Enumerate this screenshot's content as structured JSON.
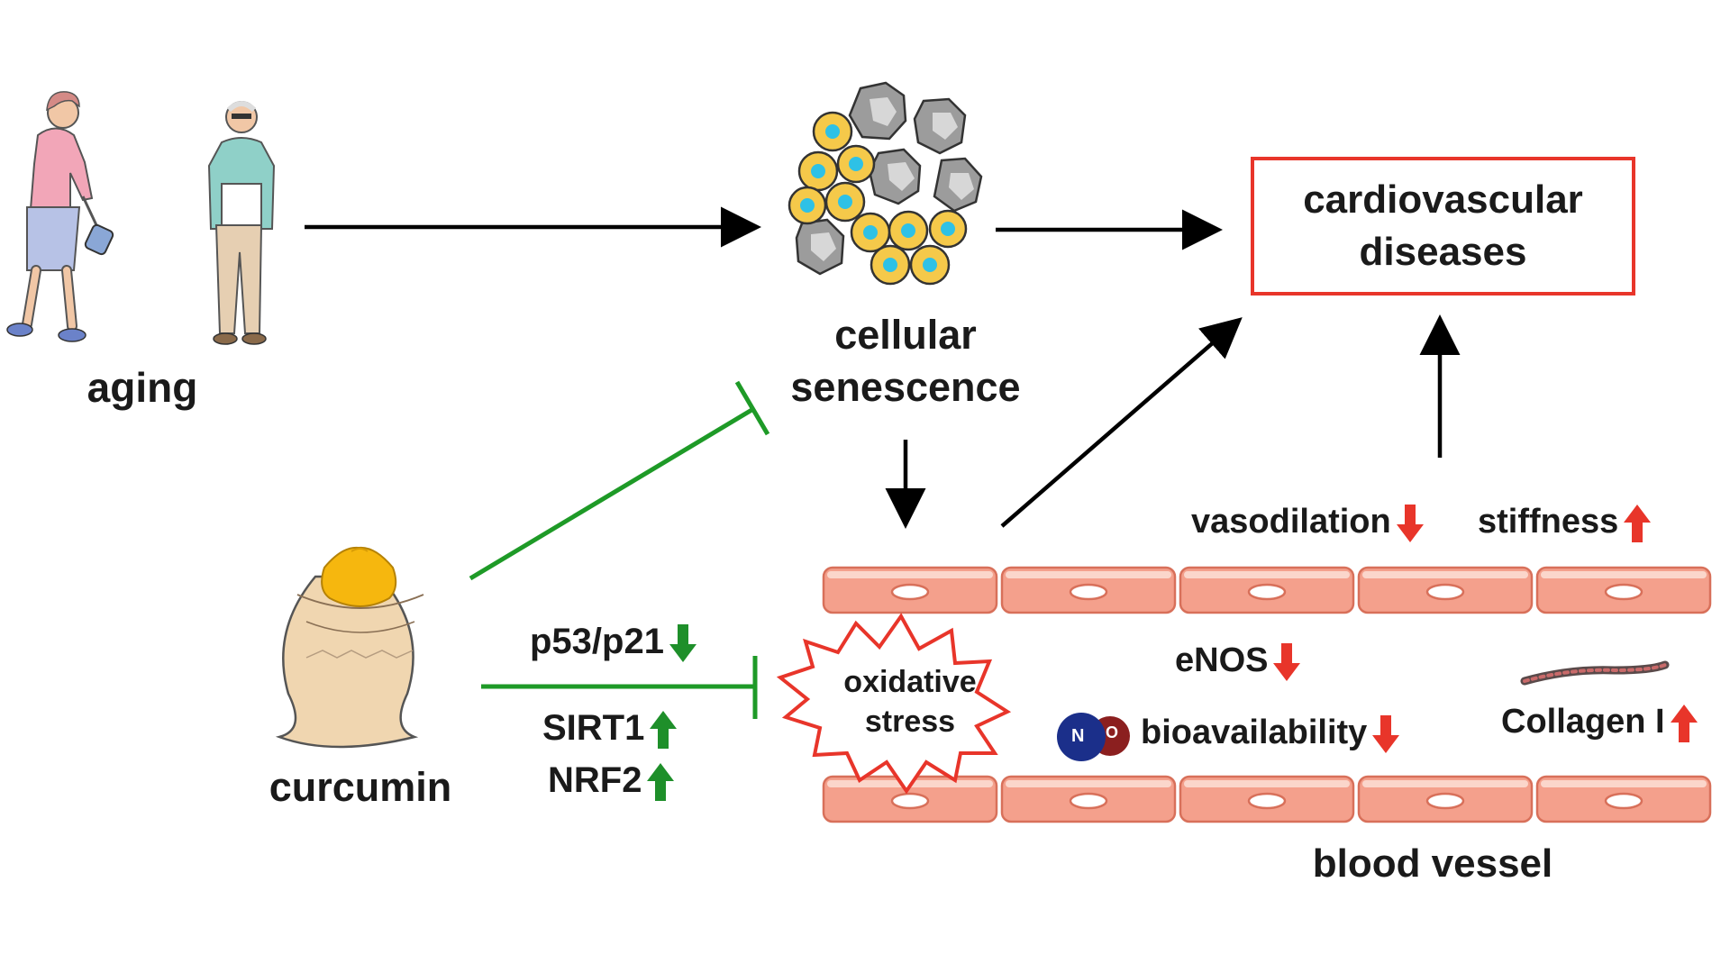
{
  "labels": {
    "aging": "aging",
    "cellular": "cellular",
    "senescence": "senescence",
    "cvd_line1": "cardiovascular",
    "cvd_line2": "diseases",
    "curcumin": "curcumin",
    "p53": "p53/p21",
    "sirt1": "SIRT1",
    "nrf2": "NRF2",
    "oxidative": "oxidative",
    "stress": "stress",
    "vasodilation": "vasodilation",
    "stiffness": "stiffness",
    "enos": "eNOS",
    "bioavailability": "bioavailability",
    "collagen": "Collagen I",
    "blood_vessel": "blood vessel",
    "no_n": "N",
    "no_o": "O"
  },
  "colors": {
    "inhibit": "#1e9a27",
    "up_green": "#1e8f2a",
    "red": "#e8352a",
    "arrow": "#000000",
    "cell": "#f4a08c",
    "cell_border": "#d8705a"
  },
  "icons": {
    "aging": "elderly-people-icon",
    "senescence": "senescent-cells-icon",
    "curcumin": "curcumin-sack-icon",
    "no": "nitric-oxide-molecule-icon",
    "collagen": "collagen-fiber-icon"
  }
}
